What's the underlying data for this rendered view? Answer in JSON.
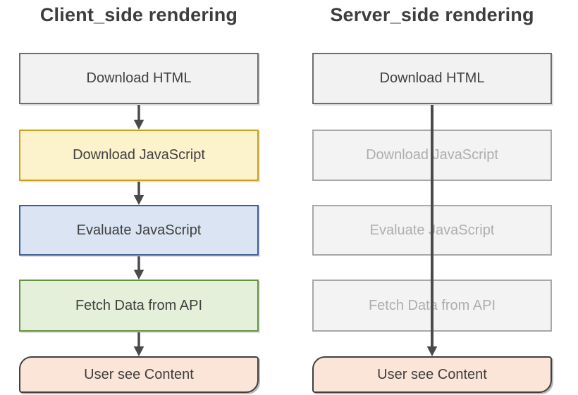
{
  "diagram": {
    "background_color": "#ffffff",
    "columns": [
      {
        "id": "client-side",
        "title": "Client_side rendering",
        "connector_style": "arrow-between-each-step",
        "steps": [
          {
            "label": "Download HTML",
            "state": "active",
            "fill": "#f2f2f2",
            "border": "#6b6f72",
            "shape": "rectangle"
          },
          {
            "label": "Download JavaScript",
            "state": "active",
            "fill": "#fcf2cc",
            "border": "#c9a11b",
            "shape": "rectangle"
          },
          {
            "label": "Evaluate JavaScript",
            "state": "active",
            "fill": "#dbe4f2",
            "border": "#3a5e96",
            "shape": "rectangle"
          },
          {
            "label": "Fetch Data from API",
            "state": "active",
            "fill": "#e4f0da",
            "border": "#63923d",
            "shape": "rectangle"
          },
          {
            "label": "User see Content",
            "state": "terminal",
            "fill": "#fbe5d8",
            "border": "#3f3f3f",
            "shape": "round-diagonal-corner-rectangle"
          }
        ]
      },
      {
        "id": "server-side",
        "title": "Server_side rendering",
        "connector_style": "single-line-through-steps",
        "steps": [
          {
            "label": "Download HTML",
            "state": "active",
            "fill": "#f2f2f2",
            "border": "#6b6f72",
            "shape": "rectangle"
          },
          {
            "label": "Download JavaScript",
            "state": "inactive",
            "fill": "#f3f3f3",
            "border": "#a8a8a8",
            "shape": "rectangle"
          },
          {
            "label": "Evaluate JavaScript",
            "state": "inactive",
            "fill": "#f3f3f3",
            "border": "#a8a8a8",
            "shape": "rectangle"
          },
          {
            "label": "Fetch Data from API",
            "state": "inactive",
            "fill": "#f3f3f3",
            "border": "#a8a8a8",
            "shape": "rectangle"
          },
          {
            "label": "User see Content",
            "state": "terminal",
            "fill": "#fbe5d8",
            "border": "#3f3f3f",
            "shape": "round-diagonal-corner-rectangle"
          }
        ]
      }
    ],
    "colors": {
      "title_text": "#3d3d3d",
      "active_text": "#404040",
      "inactive_text": "#aeaeae",
      "connector": "#4a4a4a"
    }
  }
}
